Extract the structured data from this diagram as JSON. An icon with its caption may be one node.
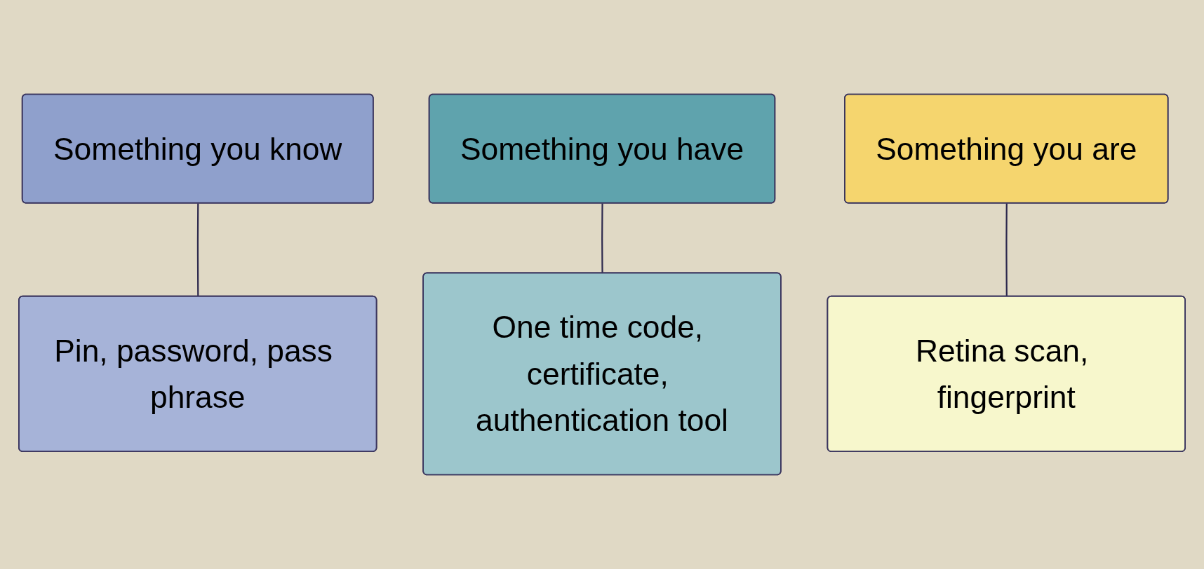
{
  "diagram": {
    "nodes": [
      {
        "text": [
          "Something you know"
        ]
      },
      {
        "text": [
          "Something you have"
        ]
      },
      {
        "text": [
          "Something you are"
        ]
      },
      {
        "text": [
          "Pin, password, pass phrase"
        ]
      },
      {
        "text": [
          "One time code, certificate, authentication tool"
        ]
      },
      {
        "text": [
          "Retina scan, fingerprint"
        ]
      }
    ],
    "edges": [
      {
        "from": 0,
        "to": 3,
        "arrow": "none"
      },
      {
        "from": 1,
        "to": 4,
        "arrow": "none"
      },
      {
        "from": 2,
        "to": 5,
        "arrow": "none"
      }
    ]
  }
}
